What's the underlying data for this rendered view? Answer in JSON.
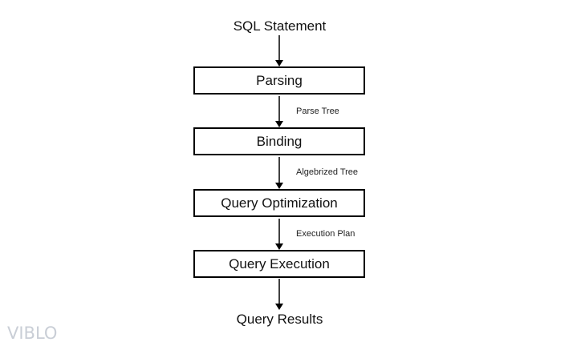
{
  "diagram": {
    "input_label": "SQL Statement",
    "output_label": "Query Results",
    "stages": [
      {
        "label": "Parsing"
      },
      {
        "label": "Binding"
      },
      {
        "label": "Query Optimization"
      },
      {
        "label": "Query Execution"
      }
    ],
    "edge_labels": [
      "Parse Tree",
      "Algebrized Tree",
      "Execution Plan"
    ]
  },
  "watermark": {
    "text": "VIBLO"
  }
}
